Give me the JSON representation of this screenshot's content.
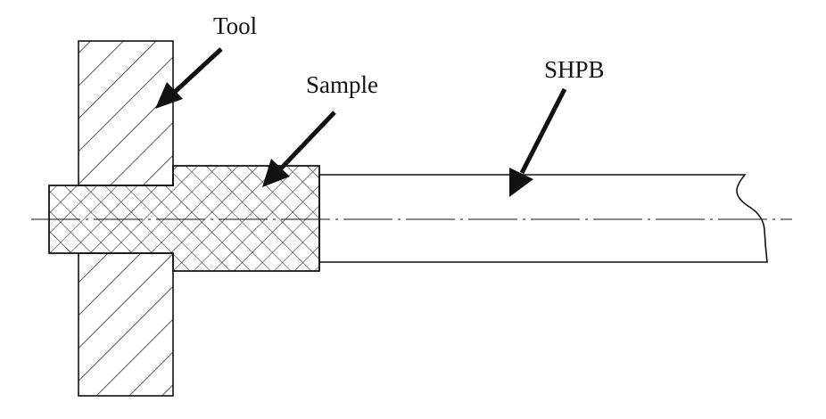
{
  "labels": {
    "tool": "Tool",
    "sample": "Sample",
    "shpb": "SHPB"
  },
  "colors": {
    "stroke": "#111111",
    "background": "#ffffff"
  }
}
